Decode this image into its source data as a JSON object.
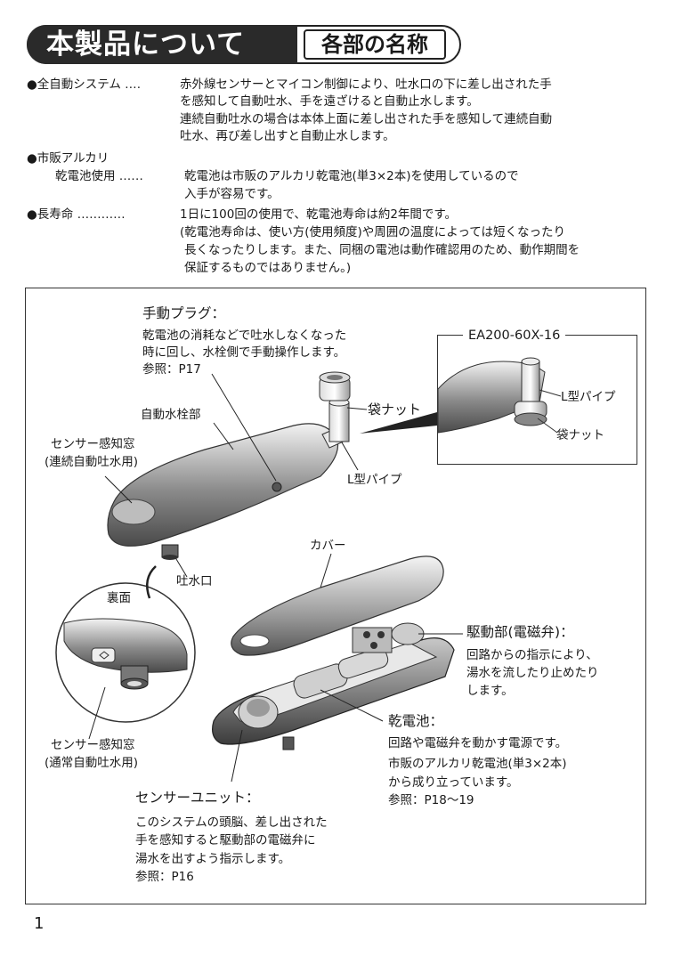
{
  "header": {
    "main_title": "本製品について",
    "sub_title": "各部の名称"
  },
  "features": {
    "auto": {
      "label": "●全自動システム ‥‥",
      "lines": [
        "赤外線センサーとマイコン制御により、吐水口の下に差し出された手",
        "を感知して自動吐水、手を遠ざけると自動止水します。",
        "連続自動吐水の場合は本体上面に差し出された手を感知して連続自動",
        "吐水、再び差し出すと自動止水します。"
      ]
    },
    "battery": {
      "label": "●市販アルカリ",
      "sublabel": "乾電池使用 ‥‥‥",
      "lines": [
        "乾電池は市販のアルカリ乾電池(単3×2本)を使用しているので",
        "入手が容易です。"
      ]
    },
    "longlife": {
      "label": "●長寿命 ‥‥‥‥‥‥",
      "lines": [
        "1日に100回の使用で、乾電池寿命は約2年間です。",
        "(乾電池寿命は、使い方(使用頻度)や周囲の温度によっては短くなったり",
        "長くなったりします。また、同梱の電池は動作確認用のため、動作期間を",
        "保証するものではありません。)"
      ]
    }
  },
  "diagram": {
    "manual_plug": {
      "title": "手動プラグ：",
      "lines": [
        "乾電池の消耗などで吐水しなくなった",
        "時に回し、水栓側で手動操作します。"
      ],
      "ref": "参照：P17"
    },
    "inset_title": "EA200-60X-16",
    "inset_l_pipe": "L型パイプ",
    "inset_nut": "袋ナット",
    "nut": "袋ナット",
    "faucet_body": "自動水栓部",
    "sensor_window_top": [
      "センサー感知窓",
      "(連続自動吐水用)"
    ],
    "l_pipe": "L型パイプ",
    "cover": "カバー",
    "spout": "吐水口",
    "back_side": "裏面",
    "sensor_window_bottom": [
      "センサー感知窓",
      "(通常自動吐水用)"
    ],
    "drive": {
      "title": "駆動部(電磁弁)：",
      "lines": [
        "回路からの指示により、",
        "湯水を流したり止めたり",
        "します。"
      ]
    },
    "battery": {
      "title": "乾電池：",
      "lines": [
        "回路や電磁弁を動かす電源です。",
        "市販のアルカリ乾電池(単3×2本)",
        "から成り立っています。"
      ],
      "ref": "参照：P18〜19"
    },
    "sensor_unit": {
      "title": "センサーユニット：",
      "lines": [
        "このシステムの頭脳、差し出された",
        "手を感知すると駆動部の電磁弁に",
        "湯水を出すよう指示します。"
      ],
      "ref": "参照：P16"
    }
  },
  "page_number": "1"
}
